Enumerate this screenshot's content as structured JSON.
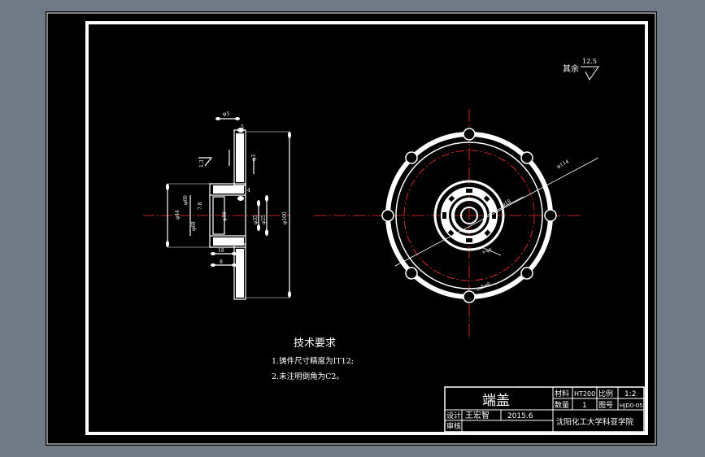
{
  "roughness_note": {
    "label": "其余",
    "value": "12.5"
  },
  "tech_requirements": {
    "title": "技术要求",
    "items": [
      "1.铸件尺寸精度为IT12;",
      "2.未注明倒角为C2。"
    ]
  },
  "title_block": {
    "part_name": "端盖",
    "material_label": "材料",
    "material_value": "HT200",
    "scale_label": "比例",
    "scale_value": "1:2",
    "quantity_label": "数量",
    "quantity_value": "1",
    "drawing_no_label": "图号",
    "drawing_no_value": "HJD0-05",
    "designer_label": "设计",
    "designer_name": "王宏智",
    "date": "2015.6",
    "reviewer_label": "审核",
    "school": "沈阳化工大学科亚学院"
  },
  "section_view_labels": {
    "d1": "φ5",
    "d2": "φ16",
    "d3": "φ44",
    "d4": "φ60",
    "d5": "φ35",
    "d6": "φ25",
    "d7": "φ68",
    "d8": "φ100",
    "d9": "φ3",
    "d10": "1.3",
    "d11": "5",
    "d12": "4",
    "d13": "18",
    "d14": "8",
    "d15": "7.8"
  },
  "front_view_labels": {
    "outer": "φ114",
    "hub": "φ18",
    "holes1": "6-φ8",
    "holes2": "8-φ8"
  },
  "colors": {
    "background": "#6f7a86",
    "paper": "#000000",
    "line": "#ffffff",
    "center": "#ff0000",
    "dim": "#ffffff"
  }
}
